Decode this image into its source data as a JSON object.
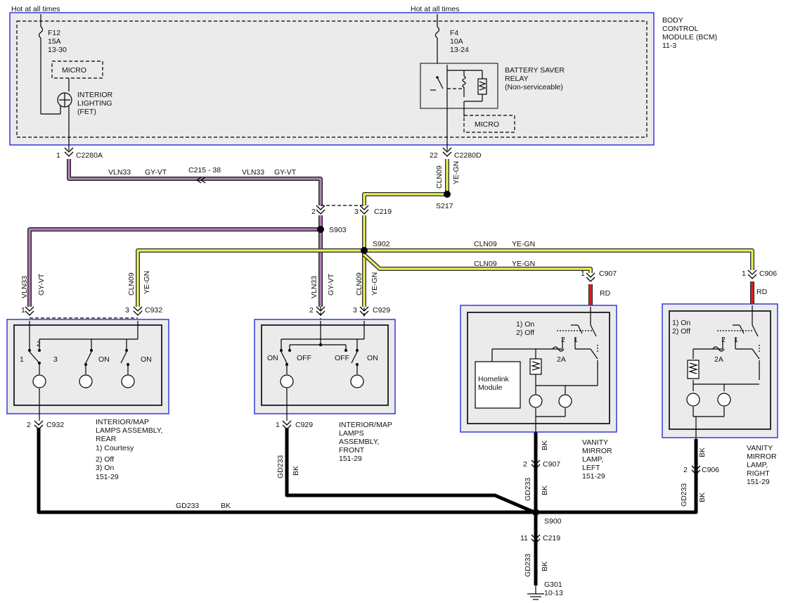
{
  "hot_labels": [
    "Hot at all times",
    "Hot at all times"
  ],
  "bcm": {
    "label": [
      "BODY",
      "CONTROL",
      "MODULE (BCM)",
      "11-3"
    ]
  },
  "fuses": [
    {
      "name": "F12",
      "rating": "15A",
      "ref": "13-30"
    },
    {
      "name": "F4",
      "rating": "10A",
      "ref": "13-24"
    }
  ],
  "micro_label": "MICRO",
  "interior_lighting": [
    "INTERIOR",
    "LIGHTING",
    "(FET)"
  ],
  "relay": [
    "BATTERY SAVER",
    "RELAY",
    "(Non-serviceable)"
  ],
  "connectors": {
    "c2280a": {
      "pin": "1",
      "name": "C2280A"
    },
    "c2280d": {
      "pin": "22",
      "name": "C2280D"
    },
    "c215": "C215 - 38",
    "c219_top": {
      "pins": [
        "2",
        "3"
      ],
      "name": "C219"
    },
    "c932_top": {
      "pins": [
        "1",
        "3"
      ],
      "name": "C932"
    },
    "c929_top": {
      "pins": [
        "2",
        "3"
      ],
      "name": "C929"
    },
    "c907_top": {
      "pin": "1",
      "name": "C907"
    },
    "c906_top": {
      "pin": "1",
      "name": "C906"
    },
    "c932_bot": {
      "pin": "2",
      "name": "C932"
    },
    "c929_bot": {
      "pin": "1",
      "name": "C929"
    },
    "c907_bot": {
      "pin": "2",
      "name": "C907"
    },
    "c906_bot": {
      "pin": "2",
      "name": "C906"
    },
    "c219_bot": {
      "pin": "11",
      "name": "C219"
    }
  },
  "splices": {
    "s217": "S217",
    "s903": "S903",
    "s902": "S902",
    "s900": "S900"
  },
  "wires": {
    "vln33": "VLN33",
    "gy_vt": "GY-VT",
    "cln09": "CLN09",
    "ye_gn": "YE-GN",
    "gd233": "GD233",
    "bk": "BK",
    "rd": "RD"
  },
  "switch_labels": {
    "on": "ON",
    "off": "OFF",
    "p1": "1",
    "p2": "2",
    "p3": "3",
    "p2a": "2A"
  },
  "mode_labels": [
    "1) On",
    "2) Off"
  ],
  "homelink": [
    "Homelink",
    "Module"
  ],
  "components": {
    "rear": [
      "INTERIOR/MAP",
      "LAMPS ASSEMBLY,",
      "REAR",
      "1) Courtesy",
      "2) Off",
      "3) On",
      "151-29"
    ],
    "front": [
      "INTERIOR/MAP",
      "LAMPS",
      "ASSEMBLY,",
      "FRONT",
      "151-29"
    ],
    "vanity_left": [
      "VANITY",
      "MIRROR",
      "LAMP,",
      "LEFT",
      "151-29"
    ],
    "vanity_right": [
      "VANITY",
      "MIRROR",
      "LAMP,",
      "RIGHT",
      "151-29"
    ]
  },
  "ground": {
    "name": "G301",
    "ref": "10-13"
  },
  "colors": {
    "violet_wire": "#b383b8",
    "yellow_green_wire": "#e8f25a",
    "red_wire": "#e21a1a",
    "black_wire": "#000000",
    "box_border": "#2b2bd6",
    "box_fill": "#ebebeb"
  }
}
